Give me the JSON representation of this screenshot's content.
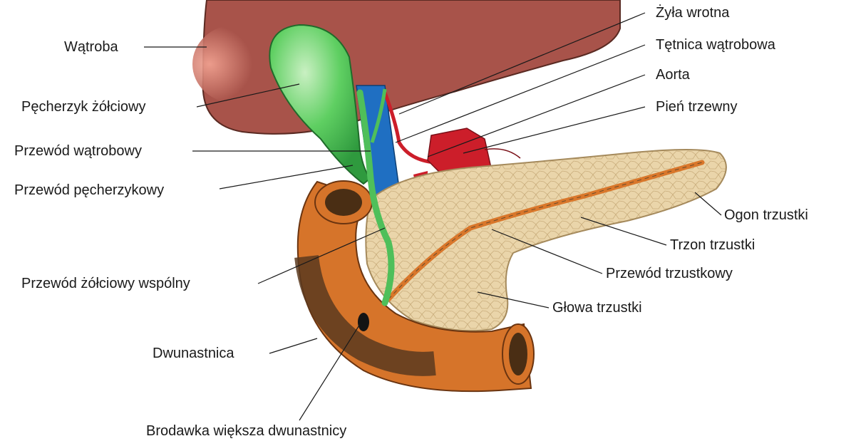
{
  "labels": {
    "liver": "Wątroba",
    "gallbladder": "Pęcherzyk żółciowy",
    "hepatic_duct": "Przewód wątrobowy",
    "cystic_duct": "Przewód pęcherzykowy",
    "common_bile_duct": "Przewód żółciowy wspólny",
    "duodenum": "Dwunastnica",
    "papilla": "Brodawka większa dwunastnicy",
    "portal_vein": "Żyła wrotna",
    "hepatic_artery": "Tętnica wątrobowa",
    "aorta": "Aorta",
    "celiac_trunk": "Pień trzewny",
    "pancreas_tail": "Ogon trzustki",
    "pancreas_body": "Trzon trzustki",
    "pancreatic_duct": "Przewód trzustkowy",
    "pancreas_head": "Głowa trzustki"
  },
  "colors": {
    "liver": "#a8534a",
    "liver_light": "#e28a7c",
    "gallbladder": "#4fbf5a",
    "portal_vein": "#1f6fc2",
    "artery": "#cc1e2a",
    "pancreas": "#e9d3a6",
    "pancreatic_duct": "#d9772b",
    "duodenum": "#d6742a",
    "duodenum_inner": "#5a3a1e"
  }
}
